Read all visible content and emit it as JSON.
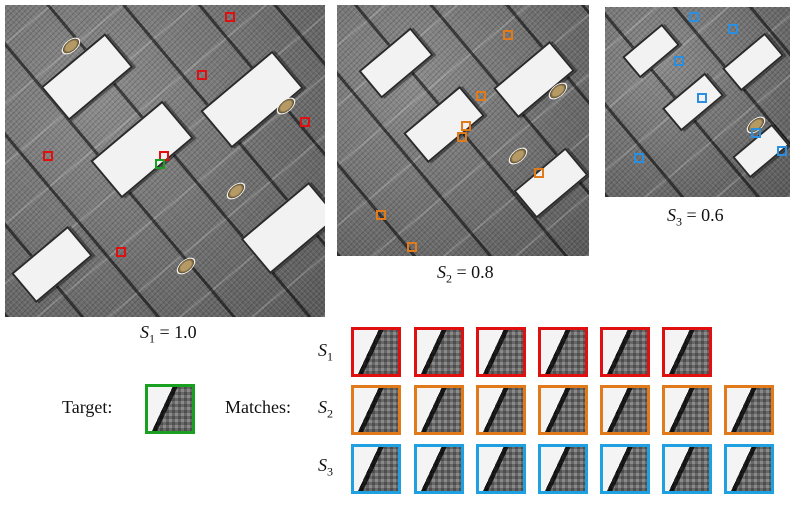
{
  "scales": [
    {
      "id": "s1",
      "symbol": "S",
      "sub": "1",
      "value": "= 1.0"
    },
    {
      "id": "s2",
      "symbol": "S",
      "sub": "2",
      "value": "= 0.8"
    },
    {
      "id": "s3",
      "symbol": "S",
      "sub": "3",
      "value": "= 0.6"
    }
  ],
  "labels": {
    "target": "Target:",
    "matches": "Matches:"
  },
  "row_labels": [
    {
      "symbol": "S",
      "sub": "1"
    },
    {
      "symbol": "S",
      "sub": "2"
    },
    {
      "symbol": "S",
      "sub": "3"
    }
  ],
  "match_counts": {
    "s1": 6,
    "s2": 7,
    "s3": 7
  },
  "colors": {
    "target": "#1aa020",
    "s1": "#e01010",
    "s2": "#e07a1a",
    "s3": "#1fa0e0"
  }
}
